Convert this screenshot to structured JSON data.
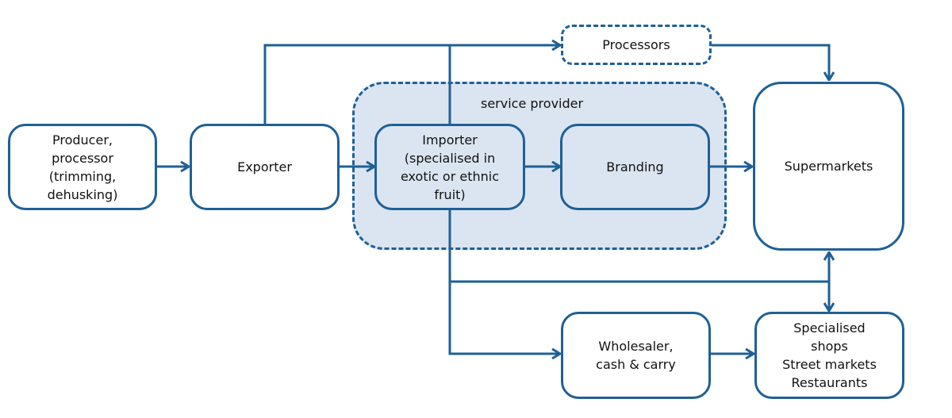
{
  "diagram": {
    "type": "value-chain flowchart",
    "colors": {
      "line": "#1f6096",
      "group_fill": "#dbe5f1",
      "node_fill": "#ffffff",
      "text": "#111111"
    },
    "group": {
      "label": "service provider"
    },
    "nodes": {
      "producer": "Producer,\nprocessor\n(trimming,\ndehusking)",
      "exporter": "Exporter",
      "processors": "Processors",
      "importer": "Importer\n(specialised in\nexotic or ethnic\nfruit)",
      "branding": "Branding",
      "supermarkets": "Supermarkets",
      "wholesaler": "Wholesaler,\ncash & carry",
      "specialised": "Specialised\nshops\nStreet markets\nRestaurants"
    },
    "edges": [
      {
        "from": "producer",
        "to": "exporter"
      },
      {
        "from": "exporter",
        "to": "importer"
      },
      {
        "from": "exporter",
        "to": "processors"
      },
      {
        "from": "importer",
        "to": "processors"
      },
      {
        "from": "importer",
        "to": "branding"
      },
      {
        "from": "branding",
        "to": "supermarkets"
      },
      {
        "from": "processors",
        "to": "supermarkets"
      },
      {
        "from": "importer",
        "to": "supermarkets"
      },
      {
        "from": "importer",
        "to": "specialised"
      },
      {
        "from": "importer",
        "to": "wholesaler"
      },
      {
        "from": "wholesaler",
        "to": "specialised"
      }
    ]
  }
}
